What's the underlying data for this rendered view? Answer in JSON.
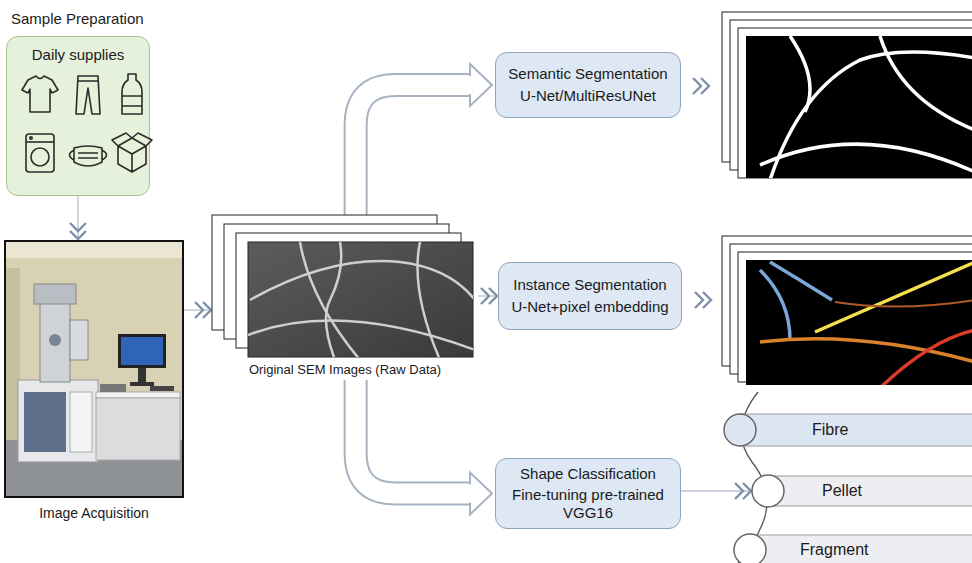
{
  "diagram": {
    "nodes": [
      {
        "text": [
          "Sample Preparation",
          "Daily supplies"
        ]
      },
      {
        "text": [
          "Image Acquisition"
        ]
      },
      {
        "text": [
          "Original SEM Images (Raw Data)"
        ]
      },
      {
        "text": [
          "Semantic Segmentation",
          "U-Net/MultiResUNet"
        ]
      },
      {
        "text": [
          "Instance Segmentation",
          "U-Net+pixel embedding"
        ]
      },
      {
        "text": [
          "Shape Classification",
          "Fine-tuning pre-trained VGG16"
        ]
      },
      {
        "text": [
          "Fibre"
        ]
      },
      {
        "text": [
          "Pellet"
        ]
      },
      {
        "text": [
          "Fragment"
        ]
      }
    ],
    "edges": [
      {
        "from": 0,
        "to": 1,
        "arrow": "to"
      },
      {
        "from": 1,
        "to": 2,
        "arrow": "to"
      },
      {
        "from": 2,
        "to": 3,
        "arrow": "to"
      },
      {
        "from": 2,
        "to": 4,
        "arrow": "to"
      },
      {
        "from": 2,
        "to": 5,
        "arrow": "to"
      },
      {
        "from": 5,
        "to": 7,
        "arrow": "to"
      }
    ]
  }
}
